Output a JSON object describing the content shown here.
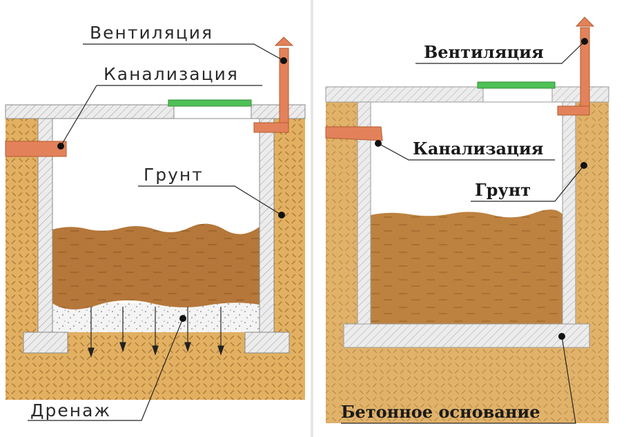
{
  "left": {
    "labels": {
      "ventilation": "Вентиляция",
      "sewage": "Канализация",
      "soil": "Грунт",
      "drainage": "Дренаж"
    }
  },
  "right": {
    "labels": {
      "ventilation": "Вентиляция",
      "sewage": "Канализация",
      "soil": "Грунт",
      "base": "Бетонное основание"
    }
  },
  "colors": {
    "soil": "#e2b061",
    "soil_hatch": "#b07d35",
    "concrete": "#e9e9e9",
    "pipe": "#e3825a",
    "lid": "#4fc157",
    "waste": "#b5773a"
  }
}
